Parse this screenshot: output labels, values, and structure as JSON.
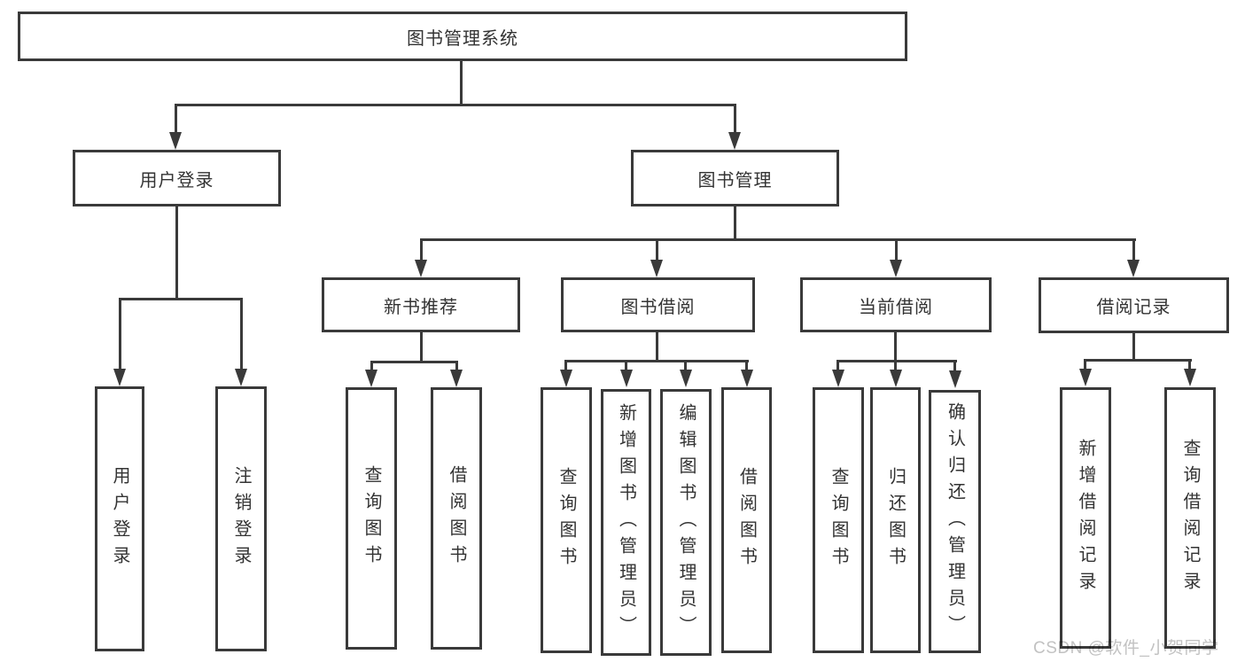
{
  "root": "图书管理系统",
  "branches": [
    {
      "label": "用户登录",
      "children": [
        "用户登录",
        "注销登录"
      ]
    },
    {
      "label": "图书管理",
      "groups": [
        {
          "label": "新书推荐",
          "children": [
            "查询图书",
            "借阅图书"
          ]
        },
        {
          "label": "图书借阅",
          "children": [
            "查询图书",
            "新增图书（管理员）",
            "编辑图书（管理员）",
            "借阅图书"
          ]
        },
        {
          "label": "当前借阅",
          "children": [
            "查询图书",
            "归还图书",
            "确认归还（管理员）"
          ]
        },
        {
          "label": "借阅记录",
          "children": [
            "新增借阅记录",
            "查询借阅记录"
          ]
        }
      ]
    }
  ],
  "watermark": "CSDN @软件_小贺同学",
  "colors": {
    "line": "#3a3a3a",
    "text": "#333333",
    "watermark": "#c2c2c2",
    "background": "#ffffff"
  }
}
